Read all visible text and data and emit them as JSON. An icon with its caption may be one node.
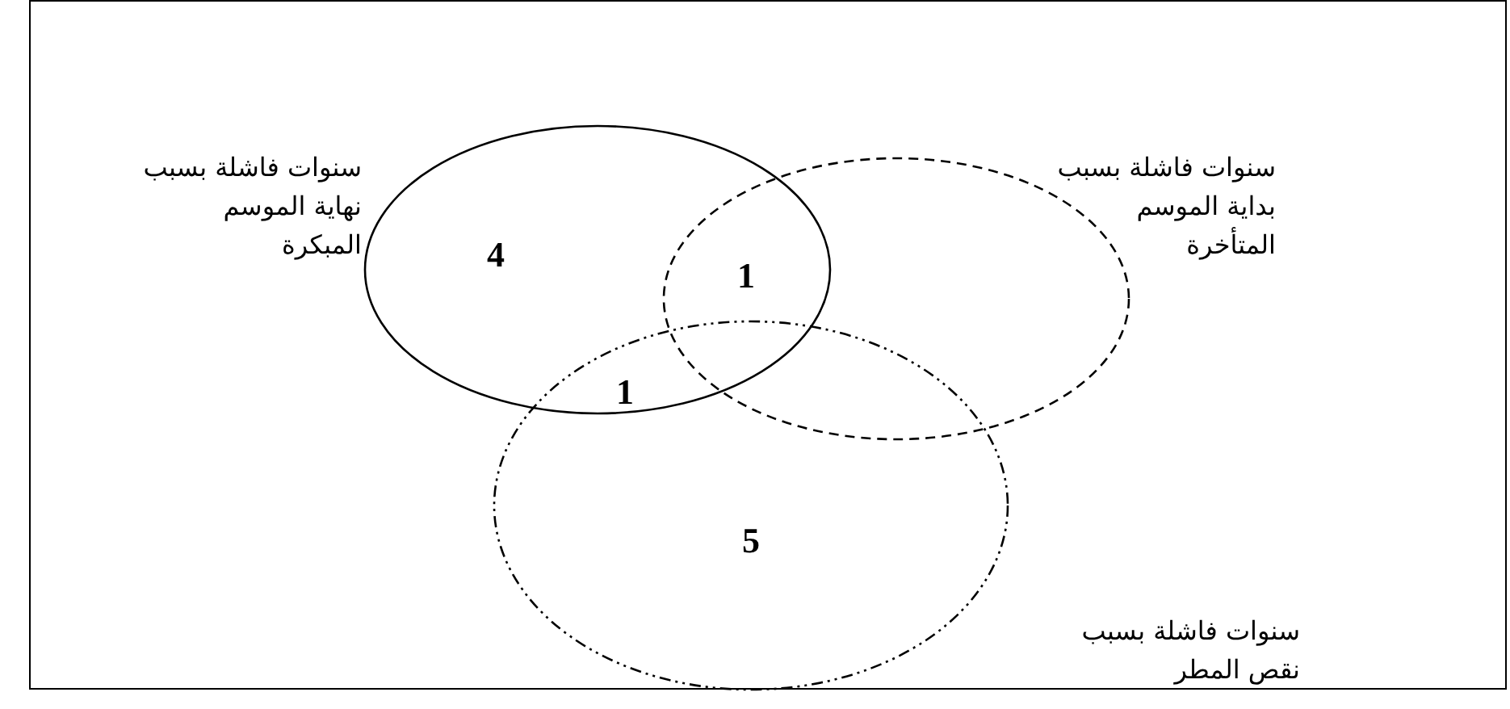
{
  "diagram": {
    "nodes": [
      {
        "text": [],
        "shape": "ellipse",
        "beside": [
          "سنوات فاشلة بسبب نهاية الموسم المبكرة"
        ]
      },
      {
        "text": [],
        "shape": "ellipse",
        "beside": [
          "سنوات فاشلة بسبب بداية الموسم المتأخرة"
        ]
      },
      {
        "text": [],
        "shape": "ellipse",
        "beside": [
          "سنوات فاشلة بسبب نقص المطر"
        ]
      }
    ],
    "labels": [
      "4",
      "1",
      "1",
      "5"
    ]
  }
}
